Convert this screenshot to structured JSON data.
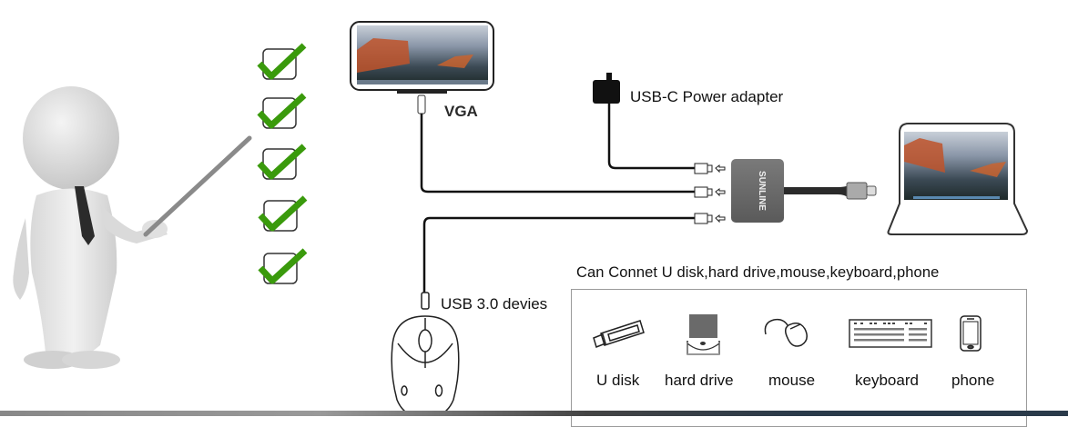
{
  "diagram": {
    "checklist": {
      "count": 5,
      "check_color": "#3a9a0c"
    },
    "labels": {
      "vga": "VGA",
      "power": "USB-C Power adapter",
      "usb": "USB 3.0 devies"
    },
    "devices_caption": "Can Connet U disk,hard drive,mouse,keyboard,phone",
    "devices": [
      {
        "label": "U disk",
        "icon": "usb-stick-icon"
      },
      {
        "label": "hard drive",
        "icon": "hard-drive-icon"
      },
      {
        "label": "mouse",
        "icon": "mouse-icon"
      },
      {
        "label": "keyboard",
        "icon": "keyboard-icon"
      },
      {
        "label": "phone",
        "icon": "phone-icon"
      }
    ],
    "hub_brand": "SUNLINE",
    "colors": {
      "hub": "#6b6b6b",
      "cable": "#111111",
      "figure": "#dcdcdc",
      "tie": "#2b2b2b"
    }
  }
}
